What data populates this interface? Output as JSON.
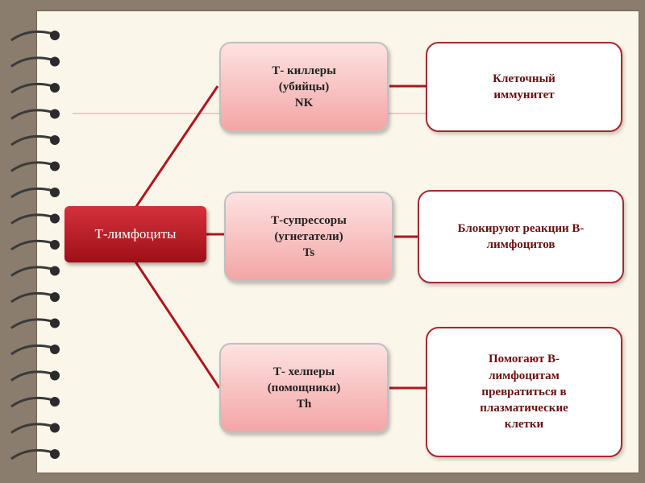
{
  "root": {
    "label": "Т-лимфоциты"
  },
  "branches": [
    {
      "cell": "Т- киллеры\n(убийцы)\nNK",
      "function": "Клеточный\nиммунитет"
    },
    {
      "cell": "Т-супрессоры\n(угнетатели)\nTs",
      "function": "Блокируют реакции В-\nлимфоцитов"
    },
    {
      "cell": "Т- хелперы\n(помощники)\nTh",
      "function": "Помогают В-\nлимфоцитам\nпревратиться в\nплазматические\nклетки"
    }
  ],
  "colors": {
    "accent": "#b51c24",
    "connector": "#b0141c",
    "page": "#fbf6ea"
  }
}
